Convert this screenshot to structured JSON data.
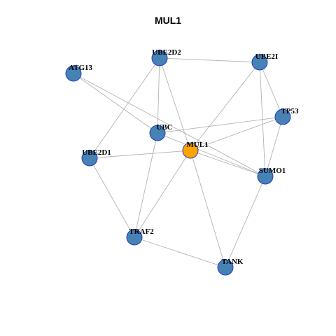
{
  "title": "MUL1",
  "colors": {
    "node_default": "#4682b4",
    "node_focus": "#ffa500",
    "node_border": "#1f3fbf",
    "edge": "#b3b3b3"
  },
  "graph": {
    "focus_node": "MUL1",
    "nodes": [
      {
        "id": "UBE2D2",
        "label": "UBE2D2"
      },
      {
        "id": "UBE2I",
        "label": "UBE2I"
      },
      {
        "id": "ATG13",
        "label": "ATG13"
      },
      {
        "id": "TP53",
        "label": "TP53"
      },
      {
        "id": "UBC",
        "label": "UBC"
      },
      {
        "id": "MUL1",
        "label": "MUL1"
      },
      {
        "id": "UBE2D1",
        "label": "UBE2D1"
      },
      {
        "id": "SUMO1",
        "label": "SUMO1"
      },
      {
        "id": "TRAF2",
        "label": "TRAF2"
      },
      {
        "id": "TANK",
        "label": "TANK"
      }
    ],
    "edges": [
      [
        "UBE2D2",
        "UBE2I"
      ],
      [
        "UBE2D2",
        "UBC"
      ],
      [
        "UBE2D2",
        "MUL1"
      ],
      [
        "UBE2D2",
        "UBE2D1"
      ],
      [
        "UBE2I",
        "MUL1"
      ],
      [
        "UBE2I",
        "TP53"
      ],
      [
        "UBE2I",
        "SUMO1"
      ],
      [
        "ATG13",
        "UBC"
      ],
      [
        "ATG13",
        "SUMO1"
      ],
      [
        "TP53",
        "UBC"
      ],
      [
        "TP53",
        "MUL1"
      ],
      [
        "TP53",
        "SUMO1"
      ],
      [
        "UBC",
        "SUMO1"
      ],
      [
        "UBC",
        "TRAF2"
      ],
      [
        "MUL1",
        "UBE2D1"
      ],
      [
        "MUL1",
        "SUMO1"
      ],
      [
        "MUL1",
        "TRAF2"
      ],
      [
        "MUL1",
        "TANK"
      ],
      [
        "UBE2D1",
        "TRAF2"
      ],
      [
        "SUMO1",
        "TANK"
      ],
      [
        "TRAF2",
        "TANK"
      ]
    ]
  }
}
